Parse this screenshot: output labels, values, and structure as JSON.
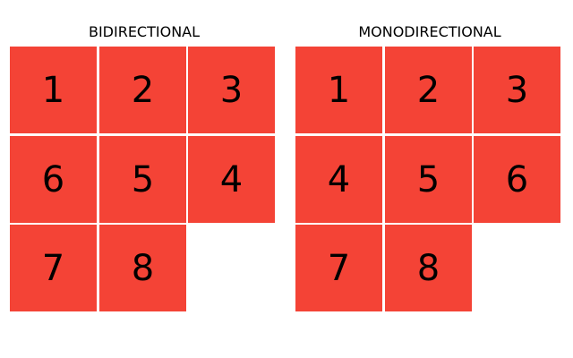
{
  "colors": {
    "tile_fill": "#F44336",
    "tile_text": "#000000",
    "background": "#FFFFFF"
  },
  "panels": [
    {
      "title": "BIDIRECTIONAL",
      "tiles": [
        "1",
        "2",
        "3",
        "6",
        "5",
        "4",
        "7",
        "8"
      ]
    },
    {
      "title": "MONODIRECTIONAL",
      "tiles": [
        "1",
        "2",
        "3",
        "4",
        "5",
        "6",
        "7",
        "8"
      ]
    }
  ]
}
